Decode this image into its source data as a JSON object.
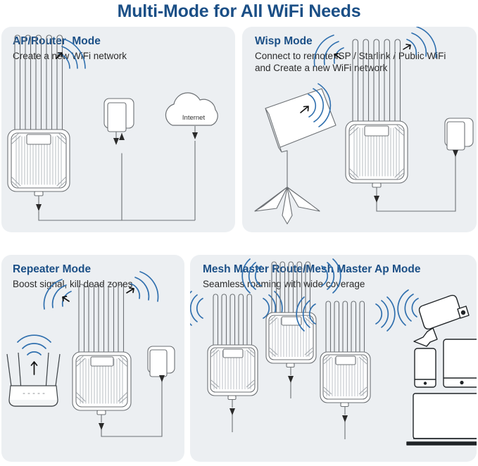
{
  "title": "Multi-Mode for All WiFi Needs",
  "accent_color": "#1b4f86",
  "wifi_arc_color": "#2f6fae",
  "panel_background": "#eceff2",
  "page_background": "#ffffff",
  "panels": [
    {
      "id": "ap-router",
      "title": "AP/Router  Mode",
      "subtitle": "Create a new WiFi network",
      "devices": [
        "wifi-router-5-antenna",
        "wall-ethernet-jack",
        "internet-cloud"
      ],
      "cloud_label": "Internet"
    },
    {
      "id": "wisp",
      "title": "Wisp Mode",
      "subtitle": "Connect to remote ISP / Starlink / Public WiFi\nand Create a new WiFi network",
      "devices": [
        "satellite-dish",
        "wifi-router-5-antenna",
        "wall-ethernet-jack"
      ]
    },
    {
      "id": "repeater",
      "title": "Repeater Mode",
      "subtitle": "Boost signal, kill dead zones",
      "devices": [
        "home-router-4-antenna",
        "wifi-router-5-antenna",
        "wall-ethernet-jack"
      ]
    },
    {
      "id": "mesh",
      "title": "Mesh Master Route/Mesh Master Ap Mode",
      "subtitle": "Seamless roaming with wide coverage",
      "devices": [
        "wifi-router-5-antenna",
        "wifi-router-5-antenna",
        "wifi-router-5-antenna",
        "security-camera",
        "smartphone",
        "tablet",
        "laptop"
      ]
    }
  ]
}
